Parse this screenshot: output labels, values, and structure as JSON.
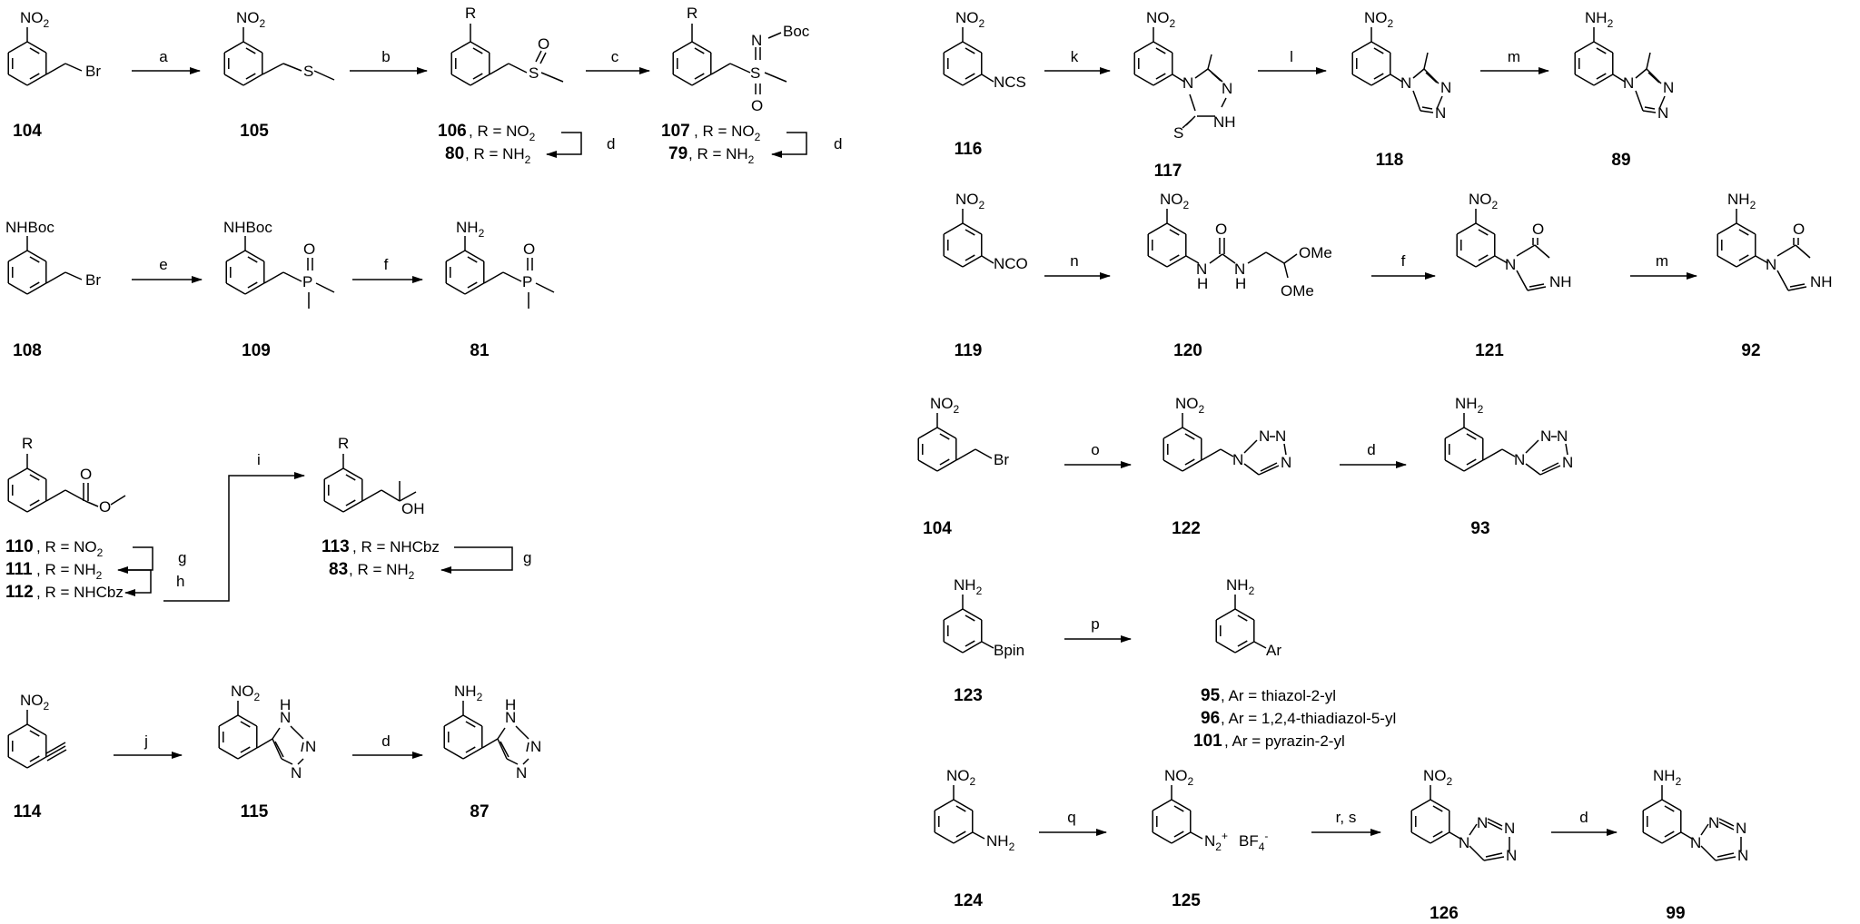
{
  "figure": "synthesis schemes",
  "rows": [
    {
      "compounds": [
        {
          "id": "104",
          "sub": "NO2",
          "side": "CH2Br"
        },
        {
          "id": "105",
          "sub": "NO2",
          "side": "CH2SMe"
        },
        {
          "id": "106 / 80",
          "sub": "R",
          "side": "CH2S(O)Me"
        },
        {
          "id": "107 / 79",
          "sub": "R",
          "side": "CH2S(O)(NBoc)Me"
        }
      ],
      "reagents": [
        "a",
        "b",
        "c"
      ],
      "captions": [
        "104",
        "105",
        "106, R = NO2",
        "80, R = NH2",
        "107, R = NO2",
        "79, R = NH2"
      ],
      "side_step": "d"
    },
    {
      "compounds": [
        "108",
        "109",
        "81"
      ],
      "reagents": [
        "e",
        "f"
      ]
    },
    {
      "compounds": [
        "110",
        "111",
        "112",
        "113",
        "83"
      ],
      "reagents": [
        "g",
        "h",
        "i",
        "g"
      ],
      "captions": [
        "110, R = NO2",
        "111, R = NH2",
        "112, R = NHCbz",
        "113, R = NHCbz",
        "83, R = NH2"
      ]
    },
    {
      "compounds": [
        "114",
        "115",
        "87"
      ],
      "reagents": [
        "j",
        "d"
      ]
    },
    {
      "compounds": [
        "116",
        "117",
        "118",
        "89"
      ],
      "reagents": [
        "k",
        "l",
        "m"
      ]
    },
    {
      "compounds": [
        "119",
        "120",
        "121",
        "92"
      ],
      "reagents": [
        "n",
        "f",
        "m"
      ]
    },
    {
      "compounds": [
        "104",
        "122",
        "93"
      ],
      "reagents": [
        "o",
        "d"
      ]
    },
    {
      "compounds": [
        "123",
        "95 / 96 / 101"
      ],
      "reagents": [
        "p"
      ],
      "captions": [
        "95, Ar = thiazol-2-yl",
        "96, Ar = 1,2,4-thiadiazol-5-yl",
        "101, Ar = pyrazin-2-yl"
      ]
    },
    {
      "compounds": [
        "124",
        "125",
        "126",
        "99"
      ],
      "reagents": [
        "q",
        "r, s",
        "d"
      ]
    }
  ],
  "labels": {
    "no2": "NO",
    "nh2": "NH",
    "sub2": "2",
    "r": "R",
    "br": "Br",
    "s": "S",
    "o": "O",
    "n": "N",
    "boc": "Boc",
    "nhboc": "NHBoc",
    "p": "P",
    "oh": "OH",
    "nh": "NH",
    "h": "H",
    "ncs": "NCS",
    "nco": "NCO",
    "ome": "OMe",
    "bpin": "Bpin",
    "ar": "Ar",
    "n2plus": "N",
    "plus": "+",
    "bf4": "BF",
    "sub4": "4",
    "minus": "-",
    "eq_no2": ", R = NO",
    "eq_nh2": ", R = NH",
    "eq_nhcbz": ", R = NHCbz",
    "thiazol": ", Ar = thiazol-2-yl",
    "thiadiazol": ", Ar = 1,2,4-thiadiazol-5-yl",
    "pyrazin": ", Ar = pyrazin-2-yl"
  },
  "ids": {
    "c104": "104",
    "c105": "105",
    "c106": "106",
    "c80": "80",
    "c107": "107",
    "c79": "79",
    "c108": "108",
    "c109": "109",
    "c81": "81",
    "c110": "110",
    "c111": "111",
    "c112": "112",
    "c113": "113",
    "c83": "83",
    "c114": "114",
    "c115": "115",
    "c87": "87",
    "c116": "116",
    "c117": "117",
    "c118": "118",
    "c89": "89",
    "c119": "119",
    "c120": "120",
    "c121": "121",
    "c92": "92",
    "c104b": "104",
    "c122": "122",
    "c93": "93",
    "c123": "123",
    "c95": "95",
    "c96": "96",
    "c101": "101",
    "c124": "124",
    "c125": "125",
    "c126": "126",
    "c99": "99"
  },
  "reagents": {
    "a": "a",
    "b": "b",
    "c": "c",
    "d": "d",
    "e": "e",
    "f": "f",
    "g": "g",
    "h": "h",
    "i": "i",
    "j": "j",
    "k": "k",
    "l": "l",
    "m": "m",
    "n": "n",
    "o": "o",
    "p": "p",
    "q": "q",
    "rs": "r, s"
  }
}
